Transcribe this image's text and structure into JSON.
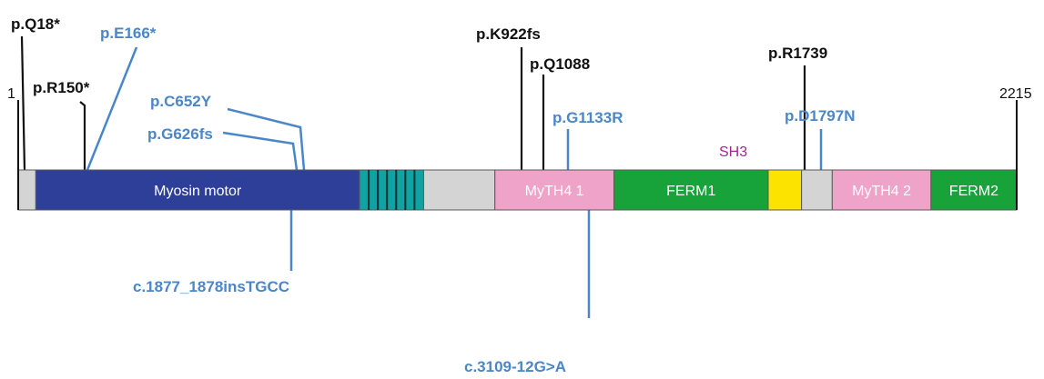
{
  "protein": {
    "start_label": "1",
    "end_label": "2215",
    "length": 2215
  },
  "domains": [
    {
      "name": "",
      "start": 1,
      "end": 40,
      "color": "#d4d4d4"
    },
    {
      "name": "Myosin motor",
      "start": 40,
      "end": 758,
      "color": "#2e3f99"
    },
    {
      "name": "",
      "start": 758,
      "end": 900,
      "color": "#0fa3a3",
      "striped": true
    },
    {
      "name": "",
      "start": 900,
      "end": 1058,
      "color": "#d4d4d4"
    },
    {
      "name": "MyTH4 1",
      "start": 1058,
      "end": 1322,
      "color": "#f0a3c8"
    },
    {
      "name": "FERM1",
      "start": 1322,
      "end": 1664,
      "color": "#17a33a"
    },
    {
      "name": "",
      "start": 1664,
      "end": 1738,
      "color": "#fde400"
    },
    {
      "name": "",
      "start": 1738,
      "end": 1806,
      "color": "#d4d4d4"
    },
    {
      "name": "MyTH4 2",
      "start": 1806,
      "end": 2025,
      "color": "#f0a3c8"
    },
    {
      "name": "FERM2",
      "start": 2025,
      "end": 2215,
      "color": "#17a33a"
    }
  ],
  "sh3_label": {
    "text": "SH3",
    "color": "#a3268c"
  },
  "colors": {
    "truncating": "#111111",
    "missense": "#4a86c8"
  },
  "variants": [
    {
      "label": "p.Q18*",
      "type": "truncating",
      "side": "above",
      "level": 1
    },
    {
      "label": "p.E166*",
      "type": "missense",
      "side": "above",
      "level": 2
    },
    {
      "label": "p.R150*",
      "type": "truncating",
      "side": "above",
      "level": 3
    },
    {
      "label": "p.C652Y",
      "type": "missense",
      "side": "above",
      "level": 4
    },
    {
      "label": "p.G626fs",
      "type": "missense",
      "side": "above",
      "level": 5
    },
    {
      "label": "p.K922fs",
      "type": "truncating",
      "side": "above",
      "level": 2
    },
    {
      "label": "p.Q1088",
      "type": "truncating",
      "side": "above",
      "level": 3
    },
    {
      "label": "p.G1133R",
      "type": "missense",
      "side": "above",
      "level": 5
    },
    {
      "label": "p.R1739",
      "type": "truncating",
      "side": "above",
      "level": 3
    },
    {
      "label": "p.D1797N",
      "type": "missense",
      "side": "above",
      "level": 5
    },
    {
      "label": "c.1877_1878insTGCC",
      "type": "missense",
      "side": "below",
      "level": 1
    },
    {
      "label": "c.3109-12G>A",
      "type": "missense",
      "side": "below",
      "level": 2
    }
  ]
}
